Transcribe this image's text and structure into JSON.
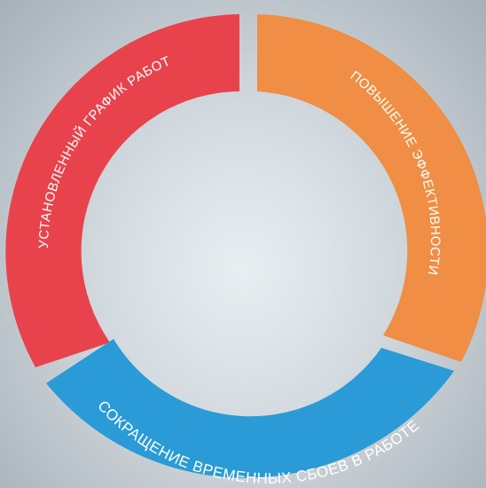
{
  "segments": [
    {
      "label": "УСТАНОВЛЕННЫЙ ГРАФИК РАБОТ",
      "color": "#e8434c"
    },
    {
      "label": "ПОВЫШЕНИЕ ЭФФЕКТИВНОСТИ",
      "color": "#ef8e44"
    },
    {
      "label": "СОКРАЩЕНИЕ ВРЕМЕННЫХ СБОЕВ В РАБОТЕ",
      "color": "#2a9bd6"
    }
  ]
}
